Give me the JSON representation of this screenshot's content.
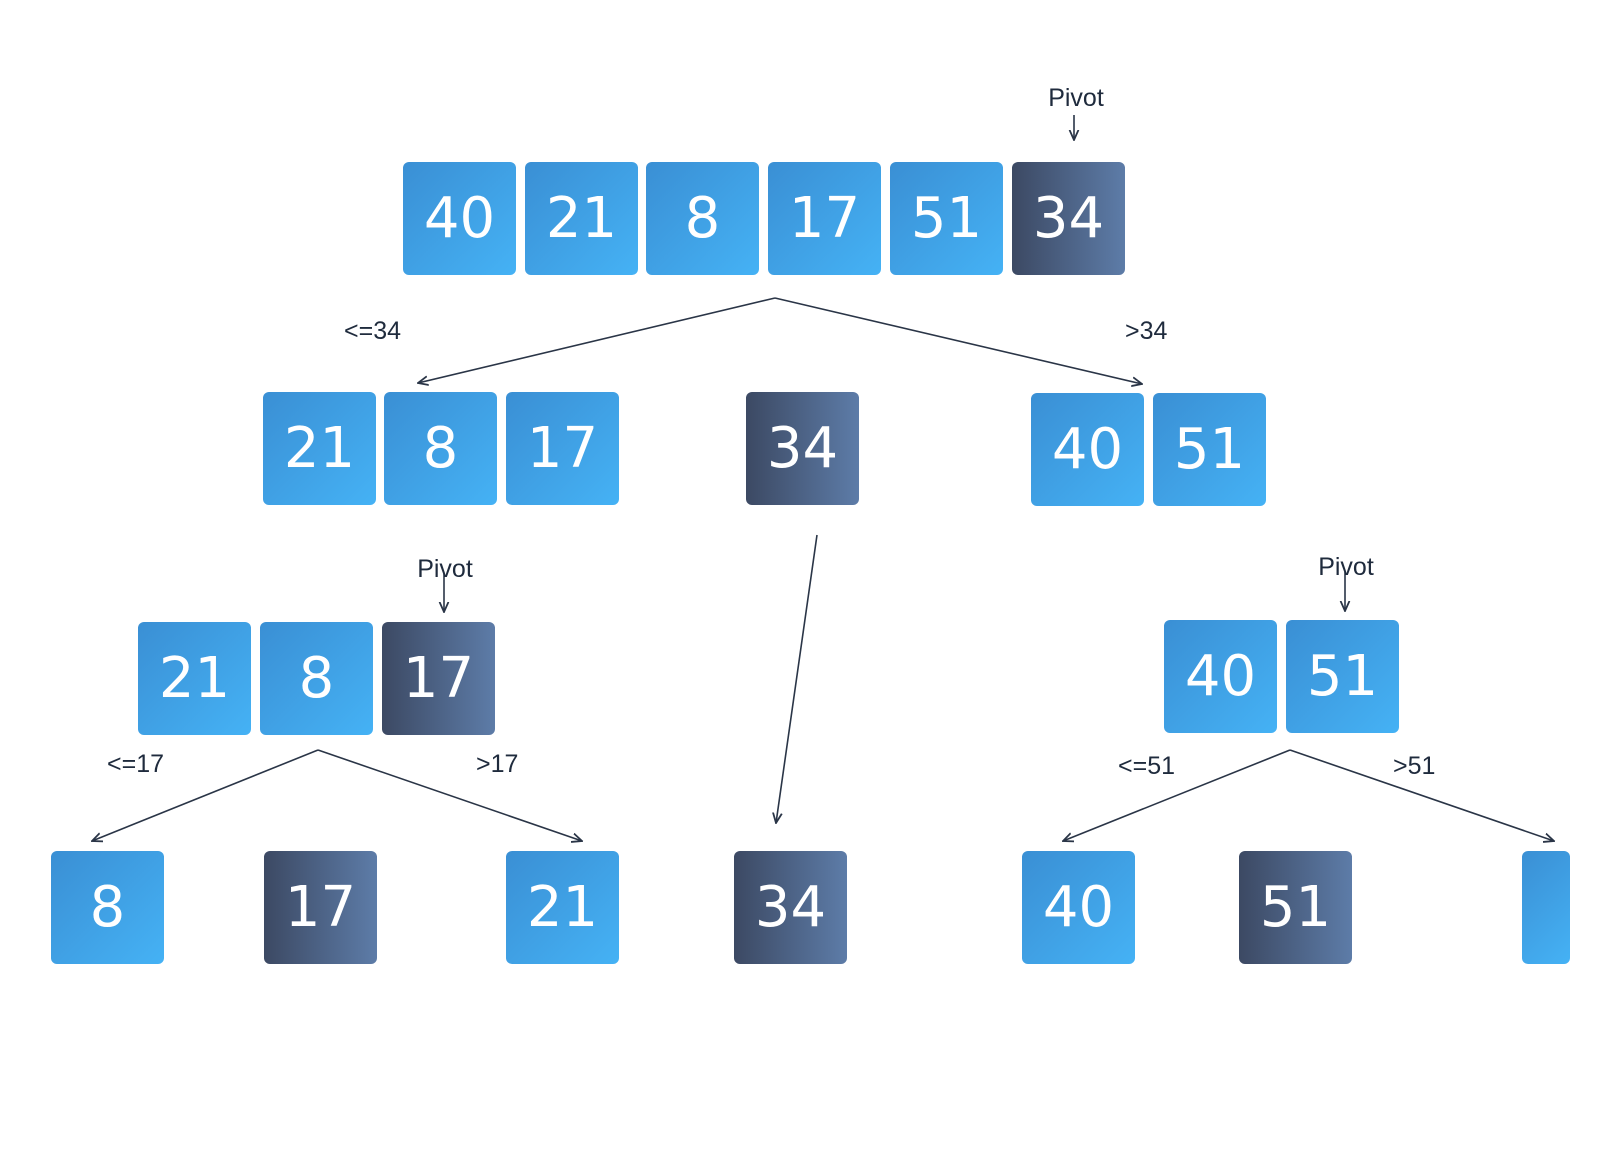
{
  "pivot_label": "Pivot",
  "rows": [
    [
      {
        "value": "40",
        "pivot": false
      },
      {
        "value": "21",
        "pivot": false
      },
      {
        "value": "8",
        "pivot": false
      },
      {
        "value": "17",
        "pivot": false
      },
      {
        "value": "51",
        "pivot": false
      },
      {
        "value": "34",
        "pivot": true
      }
    ],
    [
      {
        "value": "21",
        "pivot": false
      },
      {
        "value": "8",
        "pivot": false
      },
      {
        "value": "17",
        "pivot": false
      },
      {
        "value": "34",
        "pivot": true
      },
      {
        "value": "40",
        "pivot": false
      },
      {
        "value": "51",
        "pivot": false
      }
    ],
    [
      {
        "value": "21",
        "pivot": false
      },
      {
        "value": "8",
        "pivot": false
      },
      {
        "value": "17",
        "pivot": true
      },
      {
        "value": "40",
        "pivot": false
      },
      {
        "value": "51",
        "pivot": false
      }
    ],
    [
      {
        "value": "8",
        "pivot": false
      },
      {
        "value": "17",
        "pivot": true
      },
      {
        "value": "21",
        "pivot": false
      },
      {
        "value": "34",
        "pivot": true
      },
      {
        "value": "40",
        "pivot": false
      },
      {
        "value": "51",
        "pivot": true
      },
      {
        "value": "",
        "pivot": false
      }
    ]
  ],
  "partition_labels": {
    "le_34": "<=34",
    "gt_34": ">34",
    "le_17": "<=17",
    "gt_17": ">17",
    "le_51": "<=51",
    "gt_51": ">51"
  },
  "colors": {
    "cell_light": "#45b2f5",
    "cell_dark": "#3a8fd4",
    "pivot_dark": "#3c4963",
    "pivot_light": "#5d7ca8",
    "line": "#2a3547"
  }
}
